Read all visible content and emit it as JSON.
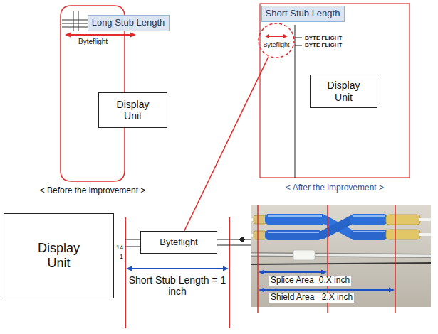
{
  "diagram": {
    "nodes": [
      {
        "text": [
          "Long Stub Length"
        ]
      },
      {
        "text": [
          "Short Stub Length"
        ]
      },
      {
        "text": [
          "Byteflight"
        ]
      },
      {
        "text": [
          "Display Unit"
        ]
      },
      {
        "text": [
          "Display Unit"
        ]
      },
      {
        "text": [
          "Display Unit"
        ]
      },
      {
        "text": [
          "Byteflight"
        ]
      }
    ],
    "edges": [
      {
        "from": 2,
        "to": 6,
        "arrow": "none"
      }
    ],
    "labels": [
      "Byteflight",
      "BYTE FLIGHT",
      "BYTE FLIGHT",
      "< Before the improvement >",
      "< After the improvement >",
      "14",
      "1",
      "Short Stub Length = 1 inch",
      "Splice Area=0.X inch",
      "Shield Area= 2.X inch"
    ]
  }
}
